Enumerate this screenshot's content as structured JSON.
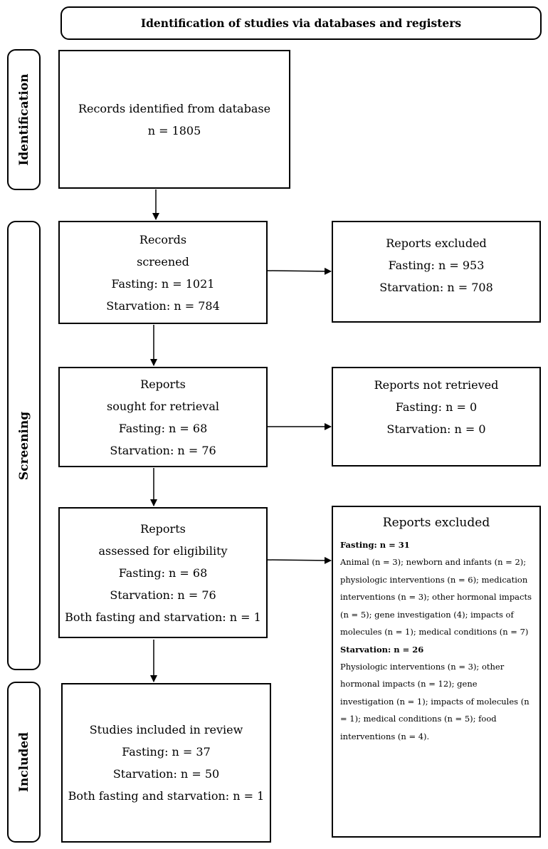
{
  "header": {
    "title": "Identification of studies via databases and registers"
  },
  "stages": {
    "identification": "Identification",
    "screening": "Screening",
    "included": "Included"
  },
  "records_identified": {
    "line1": "Records identified from database",
    "line2": "n = 1805"
  },
  "records_screened": {
    "line1": "Records",
    "line2": "screened",
    "line3": "Fasting: n = 1021",
    "line4": "Starvation: n = 784"
  },
  "reports_excluded_1": {
    "title": "Reports excluded",
    "line1": "Fasting: n = 953",
    "line2": "Starvation: n = 708"
  },
  "reports_sought": {
    "line1": "Reports",
    "line2": "sought for retrieval",
    "line3": "Fasting: n = 68",
    "line4": "Starvation: n = 76"
  },
  "reports_not_retrieved": {
    "title": "Reports not retrieved",
    "line1": "Fasting: n = 0",
    "line2": "Starvation: n = 0"
  },
  "reports_assessed": {
    "line1": "Reports",
    "line2": "assessed for eligibility",
    "line3": "Fasting: n = 68",
    "line4": "Starvation: n = 76",
    "line5": "Both fasting and starvation: n = 1"
  },
  "reports_excluded_2": {
    "title": "Reports excluded",
    "fasting_heading": "Fasting: n = 31",
    "fasting_text": "Animal (n = 3); newborn and infants (n = 2); physiologic interventions (n = 6); medication interventions (n = 3); other hormonal impacts (n = 5); gene investigation (4); impacts of molecules (n = 1); medical conditions (n = 7)",
    "starvation_heading": "Starvation: n = 26",
    "starvation_text": "Physiologic interventions (n = 3); other hormonal impacts (n = 12); gene investigation (n = 1); impacts of molecules (n = 1); medical conditions (n = 5); food interventions (n = 4)."
  },
  "studies_included": {
    "line1": "Studies included in review",
    "line2": "Fasting: n = 37",
    "line3": "Starvation: n = 50",
    "line4": "Both fasting and starvation: n = 1"
  }
}
